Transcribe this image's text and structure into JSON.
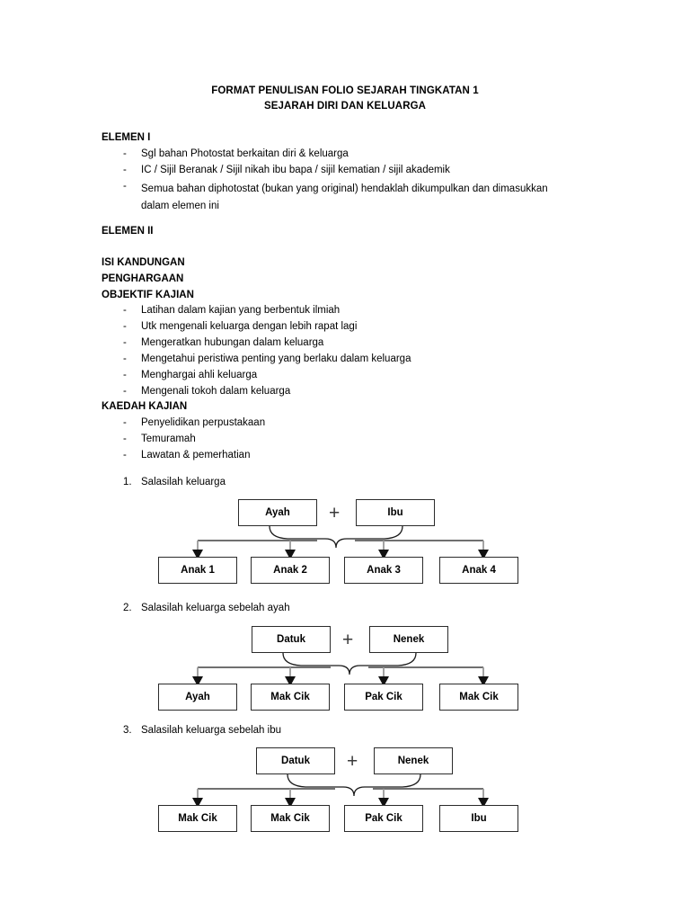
{
  "document": {
    "title_line_1": "FORMAT PENULISAN FOLIO SEJARAH TINGKATAN 1",
    "title_line_2": "SEJARAH DIRI DAN KELUARGA"
  },
  "elemen_1": {
    "heading": "ELEMEN I",
    "items": [
      "Sgl bahan Photostat berkaitan diri & keluarga",
      "IC / Sijil Beranak / Sijil nikah ibu bapa / sijil kematian / sijil akademik",
      "Semua bahan diphotostat (bukan yang original) hendaklah dikumpulkan dan dimasukkan dalam elemen ini"
    ]
  },
  "elemen_2": {
    "heading": "ELEMEN II",
    "isi_kandungan": "ISI KANDUNGAN",
    "penghargaan": "PENGHARGAAN",
    "objektif_heading": "OBJEKTIF KAJIAN",
    "objektif_items": [
      "Latihan dalam kajian yang berbentuk ilmiah",
      "Utk mengenali keluarga dengan lebih rapat lagi",
      "Mengeratkan hubungan dalam keluarga",
      "Mengetahui peristiwa penting yang berlaku dalam keluarga",
      "Menghargai ahli keluarga",
      "Mengenali tokoh dalam keluarga"
    ],
    "kaedah_heading": "KAEDAH KAJIAN",
    "kaedah_items": [
      "Penyelidikan perpustakaan",
      "Temuramah",
      "Lawatan & pemerhatian"
    ]
  },
  "diagrams": [
    {
      "number": "1.",
      "caption": "Salasilah keluarga",
      "parent_left": "Ayah",
      "joiner": "+",
      "parent_right": "Ibu",
      "children": [
        "Anak 1",
        "Anak 2",
        "Anak 3",
        "Anak 4"
      ]
    },
    {
      "number": "2.",
      "caption": "Salasilah keluarga sebelah ayah",
      "parent_left": "Datuk",
      "joiner": "+",
      "parent_right": "Nenek",
      "children": [
        "Ayah",
        "Mak Cik",
        "Pak Cik",
        "Mak Cik"
      ]
    },
    {
      "number": "3.",
      "caption": "Salasilah keluarga sebelah ibu",
      "parent_left": "Datuk",
      "joiner": "+",
      "parent_right": "Nenek",
      "children": [
        "Mak Cik",
        "Mak Cik",
        "Pak Cik",
        "Ibu"
      ]
    }
  ],
  "colors": {
    "text": "#000000",
    "box_border": "#2b2b2b",
    "connector": "#1a1a1a",
    "drop_line": "#8a8a8a",
    "page_background": "#ffffff"
  }
}
